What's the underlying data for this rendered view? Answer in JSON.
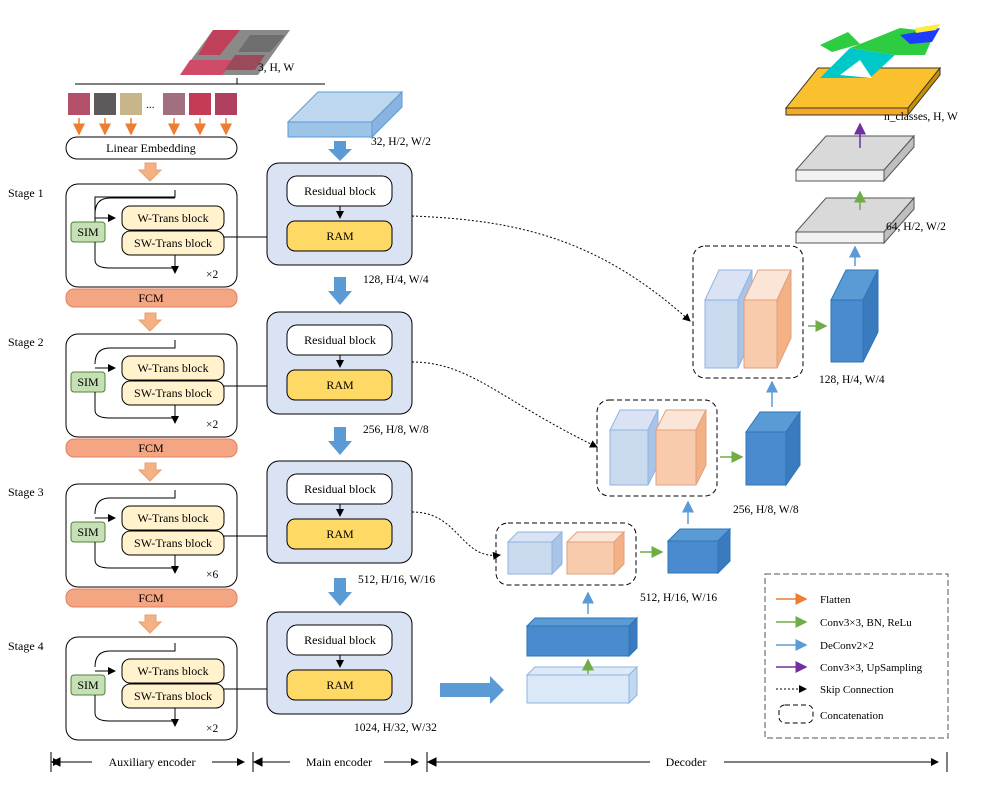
{
  "input": {
    "dims": "3, H, W",
    "ellipsis": "..."
  },
  "aux": {
    "embed_label": "Linear Embedding",
    "sim": "SIM",
    "w_trans": "W-Trans block",
    "sw_trans": "SW-Trans block",
    "fcm": "FCM",
    "stages": [
      {
        "label": "Stage 1",
        "repeat": "×2"
      },
      {
        "label": "Stage 2",
        "repeat": "×2"
      },
      {
        "label": "Stage 3",
        "repeat": "×6"
      },
      {
        "label": "Stage 4",
        "repeat": "×2"
      }
    ]
  },
  "main": {
    "first_dims": "32, H/2, W/2",
    "residual": "Residual block",
    "ram": "RAM",
    "dims": [
      "128, H/4, W/4",
      "256, H/8, W/8",
      "512, H/16, W/16",
      "1024, H/32, W/32"
    ]
  },
  "decoder": {
    "dims": [
      "512, H/16, W/16",
      "256, H/8, W/8",
      "128, H/4, W/4",
      "64, H/2, W/2",
      "n_classes, H, W"
    ]
  },
  "legend": [
    {
      "label": "Flatten",
      "color": "#ed7d31"
    },
    {
      "label": "Conv3×3, BN, ReLu",
      "color": "#70ad47"
    },
    {
      "label": "DeConv2×2",
      "color": "#5b9bd5"
    },
    {
      "label": "Conv3×3, UpSampling",
      "color": "#7030a0"
    },
    {
      "label": "Skip Connection",
      "color": "#000000"
    },
    {
      "label": "Concatenation",
      "color": "#000000"
    }
  ],
  "bottom": {
    "aux_label": "Auxiliary encoder",
    "main_label": "Main encoder",
    "dec_label": "Decoder"
  }
}
